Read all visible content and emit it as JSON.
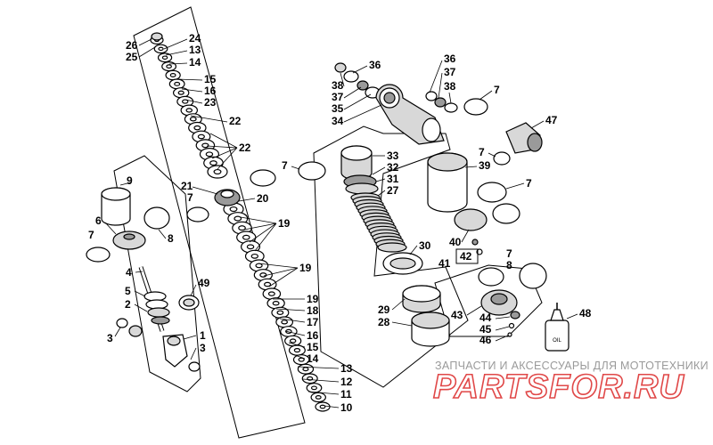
{
  "diagram": {
    "callouts": {
      "c1": "1",
      "c2": "2",
      "c3a": "3",
      "c3b": "3",
      "c4": "4",
      "c5": "5",
      "c6": "6",
      "c7a": "7",
      "c7b": "7",
      "c7c": "7",
      "c7d": "7",
      "c7e": "7",
      "c7f": "7",
      "c7g": "7",
      "c8a": "8",
      "c8b": "8",
      "c9": "9",
      "c10": "10",
      "c11": "11",
      "c12": "12",
      "c13a": "13",
      "c13b": "13",
      "c14a": "14",
      "c14b": "14",
      "c15a": "15",
      "c15b": "15",
      "c16a": "16",
      "c16b": "16",
      "c17": "17",
      "c18": "18",
      "c19a": "19",
      "c19b": "19",
      "c19c": "19",
      "c20": "20",
      "c21": "21",
      "c22a": "22",
      "c22b": "22",
      "c23": "23",
      "c24": "24",
      "c25": "25",
      "c26": "26",
      "c27": "27",
      "c28": "28",
      "c29": "29",
      "c30": "30",
      "c31": "31",
      "c32": "32",
      "c33": "33",
      "c34": "34",
      "c35": "35",
      "c36a": "36",
      "c36b": "36",
      "c37a": "37",
      "c37b": "37",
      "c38a": "38",
      "c38b": "38",
      "c39": "39",
      "c40": "40",
      "c41": "41",
      "c42": "42",
      "c43": "43",
      "c44": "44",
      "c45": "45",
      "c46": "46",
      "c47": "47",
      "c48": "48",
      "c49": "49"
    },
    "oil_bottle_label": "OIL"
  },
  "watermark": {
    "tagline": "ЗАПЧАСТИ И АКСЕССУАРЫ ДЛЯ МОТОТЕХНИКИ",
    "brand": "PARTSFOR.RU",
    "brand_color": "#e04848",
    "tagline_color": "#9a9a9a"
  }
}
